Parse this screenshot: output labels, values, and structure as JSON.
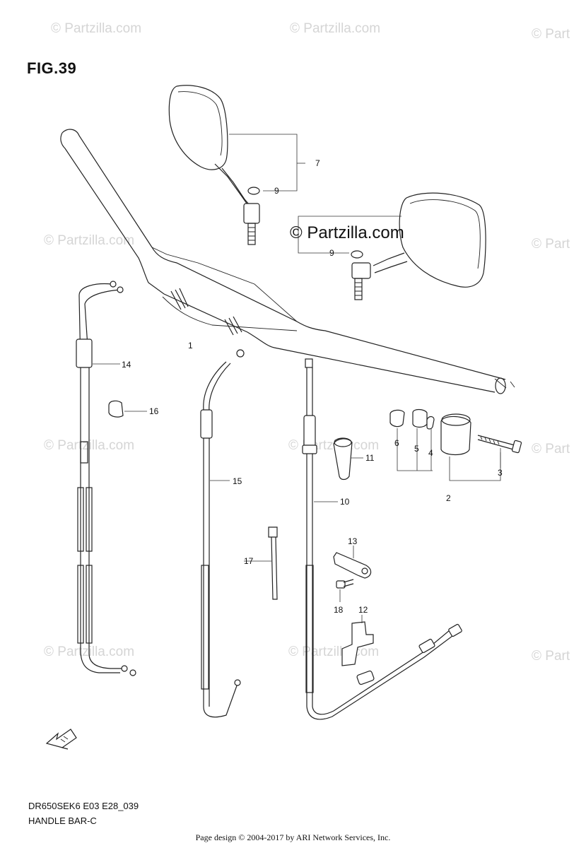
{
  "figure": {
    "title": "FIG.39",
    "model_code": "DR650SEK6 E03 E28_039",
    "diagram_name": "HANDLE BAR-C"
  },
  "watermark": {
    "text": "© Partzilla.com",
    "text_short": "© Part",
    "center_text": "© Partzilla.com"
  },
  "footer": {
    "text": "Page design © 2004-2017 by ARI Network Services, Inc."
  },
  "callouts": {
    "c1": "1",
    "c2": "2",
    "c3": "3",
    "c4": "4",
    "c5": "5",
    "c6": "6",
    "c7": "7",
    "c9a": "9",
    "c9b": "9",
    "c10": "10",
    "c11": "11",
    "c12": "12",
    "c13": "13",
    "c14": "14",
    "c15": "15",
    "c16": "16",
    "c17": "17",
    "c18": "18"
  }
}
